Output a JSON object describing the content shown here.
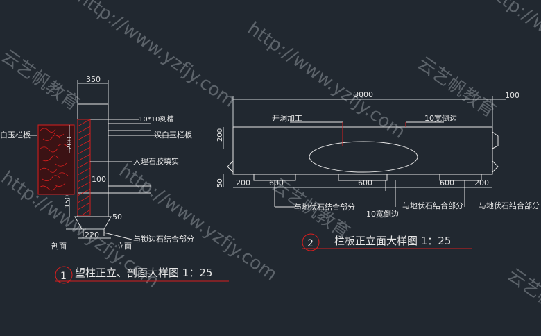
{
  "colors": {
    "background": "#212830",
    "line": "#e6e6e6",
    "red": "#d81e1e",
    "dim": "#cfd3d6",
    "watermark": "#8d949b"
  },
  "watermarks": {
    "url": "http://www.yzfjy.com",
    "brand": "云艺帆教育"
  },
  "detail1": {
    "number": "1",
    "title": "望柱正立、剖面大样图 1：25",
    "dim_top": "350",
    "dim_side_200": "200",
    "dim_100": "100",
    "dim_150": "150",
    "dim_50": "50",
    "dim_220": "220",
    "label_groove": "10*10刻槽",
    "label_panel": "汉白玉栏板",
    "label_panel_left": "白玉栏板",
    "label_marble": "大理石胶填实",
    "label_curb": "与锁边石结合部分",
    "label_section": "剖面",
    "label_elevation": "立面"
  },
  "detail2": {
    "number": "2",
    "title": "栏板正立面大样图 1：25",
    "dim_total": "3000",
    "dim_right": "100",
    "dim_left_200": "200",
    "dim_left_50": "50",
    "bottom_dims": [
      "200",
      "600",
      "600",
      "600",
      "200"
    ],
    "label_opening": "开洞加工",
    "label_chamfer": "10宽倒边",
    "label_chamfer_bottom": "10宽倒边",
    "label_ground_left": "与地伏石结合部分",
    "label_ground_mid": "与地伏石结合部分",
    "label_ground_right": "与地伏石结合部分"
  }
}
